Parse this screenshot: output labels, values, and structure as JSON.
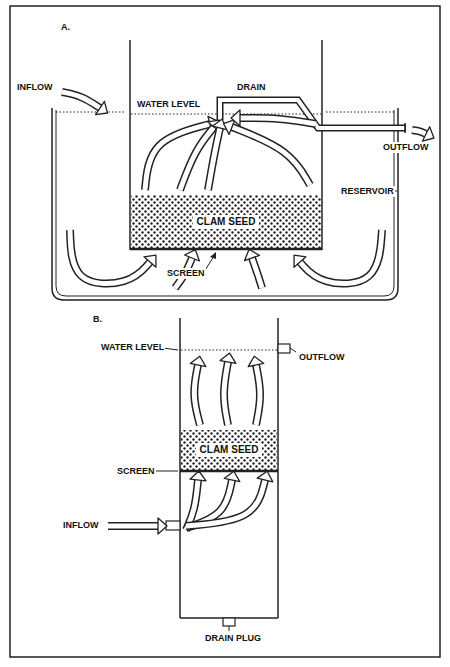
{
  "diagram": {
    "nodes": [
      {
        "text": [
          "CLAM SEED"
        ]
      },
      {
        "text": [
          "CLAM SEED"
        ]
      }
    ],
    "labels": [
      "A.",
      "INFLOW",
      "WATER LEVEL",
      "DRAIN",
      "OUTFLOW",
      "RESERVOIR",
      "SCREEN",
      "B.",
      "WATER LEVEL",
      "OUTFLOW",
      "SCREEN",
      "INFLOW",
      "DRAIN PLUG"
    ]
  }
}
